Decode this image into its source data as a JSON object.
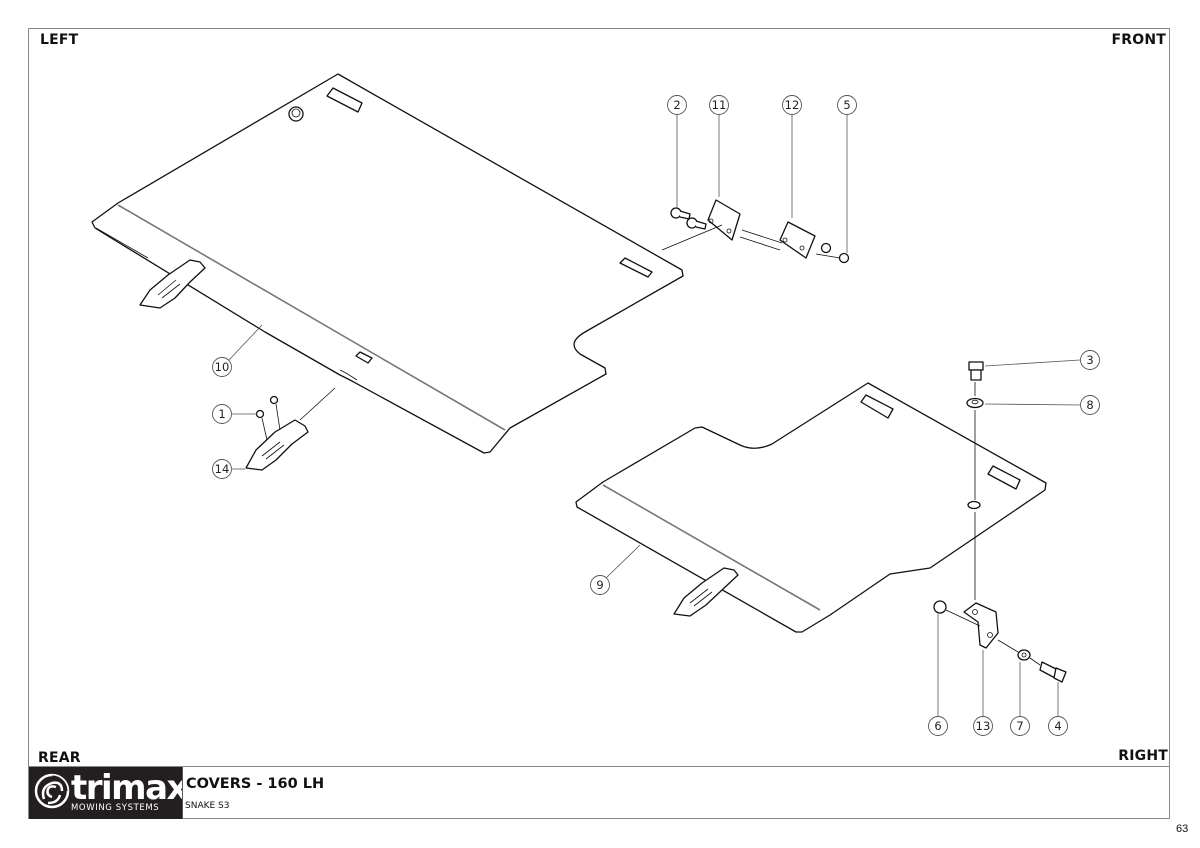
{
  "orientation": {
    "top_left": "LEFT",
    "top_right": "FRONT",
    "bottom_left": "REAR",
    "bottom_right": "RIGHT"
  },
  "title_block": {
    "logo": {
      "brand": "trimax",
      "tagline": "MOWING SYSTEMS"
    },
    "title": "COVERS - 160 LH",
    "subtitle": "SNAKE S3"
  },
  "page_number": "63",
  "balloons": [
    {
      "id": "1",
      "label": "1"
    },
    {
      "id": "2",
      "label": "2"
    },
    {
      "id": "3",
      "label": "3"
    },
    {
      "id": "4",
      "label": "4"
    },
    {
      "id": "5",
      "label": "5"
    },
    {
      "id": "6",
      "label": "6"
    },
    {
      "id": "7",
      "label": "7"
    },
    {
      "id": "8",
      "label": "8"
    },
    {
      "id": "9",
      "label": "9"
    },
    {
      "id": "10",
      "label": "10"
    },
    {
      "id": "11",
      "label": "11"
    },
    {
      "id": "12",
      "label": "12"
    },
    {
      "id": "13",
      "label": "13"
    },
    {
      "id": "14",
      "label": "14"
    }
  ]
}
